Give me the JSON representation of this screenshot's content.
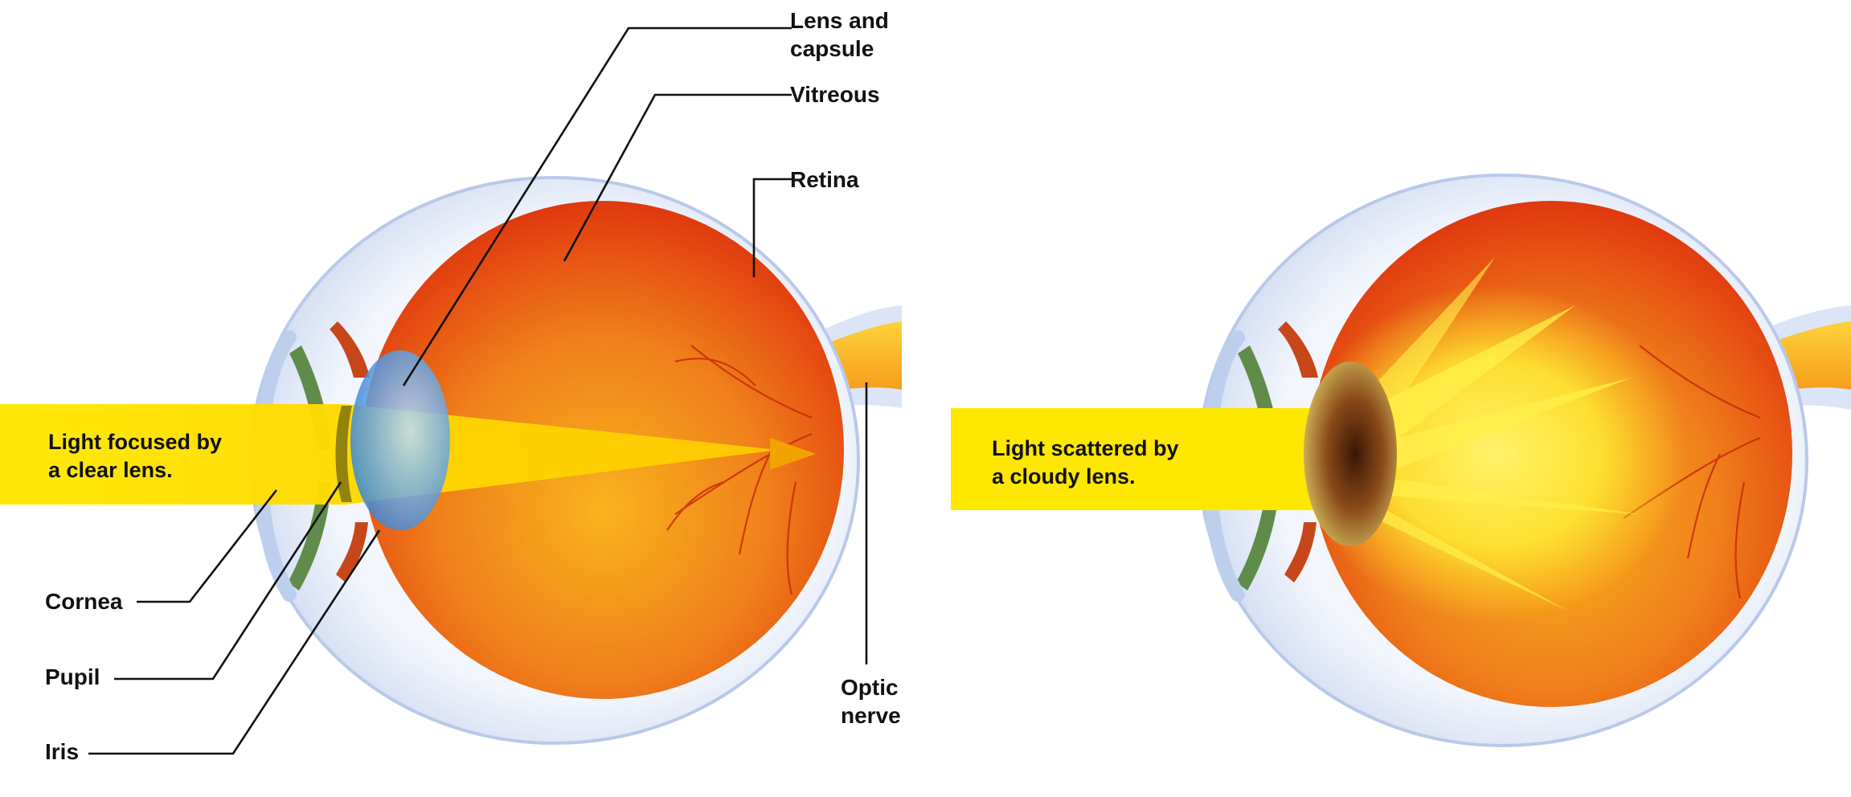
{
  "labels": {
    "lens_and_capsule": "Lens and\ncapsule",
    "vitreous": "Vitreous",
    "retina": "Retina",
    "optic_nerve": "Optic\nnerve",
    "cornea": "Cornea",
    "pupil": "Pupil",
    "iris": "Iris"
  },
  "captions": {
    "clear": "Light focused by\na clear lens.",
    "cloudy": "Light scattered by\na cloudy lens."
  },
  "colors": {
    "light_beam": "#ffe800",
    "vitreous_core": "#f3a31a",
    "vitreous_edge": "#e23a10",
    "sclera": "#d9e4f6",
    "clear_lens": "#5fa8e8",
    "cloudy_lens": "#7a3a12",
    "iris": "#5f8c4a",
    "leader_line": "#111111"
  }
}
